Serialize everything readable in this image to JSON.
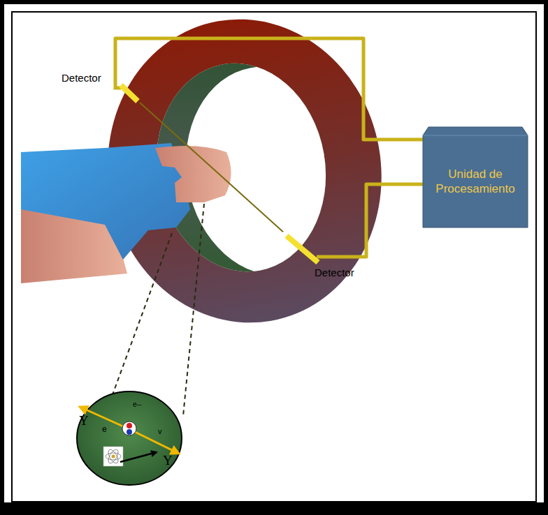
{
  "diagram": {
    "nodes": [
      {
        "text": [
          "Detector"
        ]
      },
      {
        "text": [
          "Unidad de Procesamiento"
        ]
      },
      {
        "text": [
          "Detector"
        ]
      }
    ],
    "edges": [
      {
        "from": 0,
        "to": 1,
        "arrow": "none"
      },
      {
        "from": 2,
        "to": 1,
        "arrow": "none"
      },
      {
        "from": 0,
        "to": 2,
        "arrow": "none"
      }
    ],
    "labels": [
      "e--",
      "Y",
      "e",
      "v",
      "Y"
    ]
  }
}
